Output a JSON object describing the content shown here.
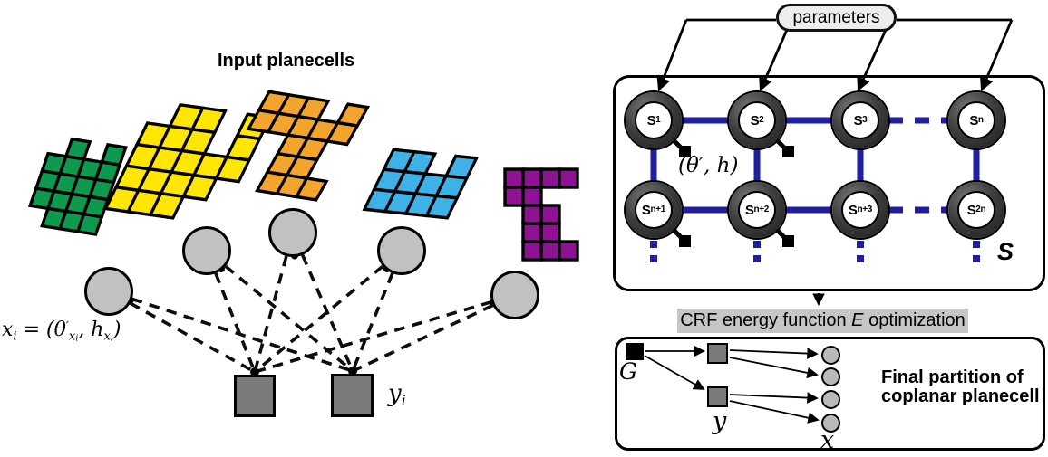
{
  "left": {
    "title": "Input planecells",
    "planecells": [
      {
        "name": "green-planecell",
        "color": "#0d9a4f",
        "pattern": [
          "0101",
          "1111",
          "1111",
          "1111",
          "0111"
        ]
      },
      {
        "name": "yellow-planecell",
        "color": "#ffe605",
        "pattern": [
          "01101",
          "11101",
          "11111",
          "11110",
          "11100"
        ]
      },
      {
        "name": "orange-planecell",
        "color": "#f3a42c",
        "pattern": [
          "11101",
          "11111",
          "00110",
          "00110",
          "00111"
        ]
      },
      {
        "name": "blue-planecell",
        "color": "#3eb1e6",
        "pattern": [
          "1101",
          "1111",
          "1111"
        ]
      },
      {
        "name": "purple-planecell",
        "color": "#8f1194",
        "pattern": [
          "1111",
          "1100",
          "0110",
          "0110",
          "0111"
        ]
      }
    ],
    "x_equation_parts": [
      {
        "t": "x"
      },
      {
        "t": "i",
        "s": "sub"
      },
      {
        "t": " = ("
      },
      {
        "t": "θ"
      },
      {
        "t": "′",
        "s": "sup"
      },
      {
        "t": "x",
        "s": "sub"
      },
      {
        "t": "i",
        "s": "subsub"
      },
      {
        "t": ", h"
      },
      {
        "t": "x",
        "s": "sub"
      },
      {
        "t": "i",
        "s": "subsub"
      },
      {
        "t": ")"
      }
    ],
    "y_label_parts": [
      {
        "t": "y"
      },
      {
        "t": "i",
        "s": "sub"
      }
    ]
  },
  "right": {
    "parameters_label": "parameters",
    "node_main": "S",
    "top_row_subs": [
      "1",
      "2",
      "3",
      "n"
    ],
    "bottom_row_subs": [
      "n+1",
      "n+2",
      "n+3",
      "2n"
    ],
    "theta_h_label": "(θ′, h)",
    "s_label": "S",
    "crf": {
      "pre": "CRF energy function ",
      "em": "E",
      "post": " optimization"
    },
    "bottom": {
      "g_label": "G",
      "y_label": "y",
      "x_label": "x",
      "caption_line1": "Final partition of",
      "caption_line2": "coplanar planecell"
    },
    "colors": {
      "edge_blue": "#1e1e9e",
      "crf_bg": "#c6c6c6",
      "node_gray": "#c1c1c1",
      "square_gray": "#7b7b7b"
    }
  }
}
